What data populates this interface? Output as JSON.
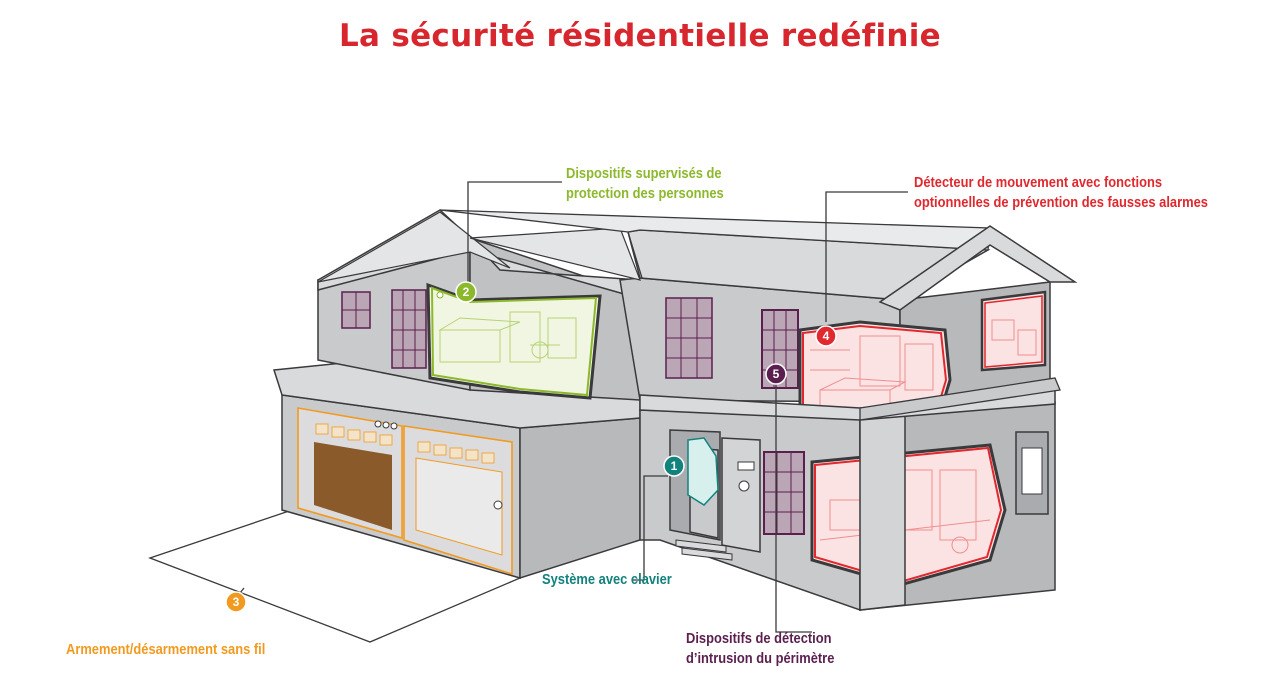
{
  "title": "La sécurité résidentielle redéfinie",
  "colors": {
    "title": "#d7262d",
    "supervised": "#8cb82c",
    "motion": "#e0282e",
    "keypad": "#12827d",
    "wireless": "#f29a1f",
    "perimeter": "#5b1f4f",
    "wall": "#c9cacc",
    "wall_dark": "#a9abae",
    "roof": "#d9dadc",
    "outline": "#3a3a3c"
  },
  "callouts": [
    {
      "id": "supervised",
      "number": "2",
      "lines": [
        "Dispositifs supervisés de",
        "protection des personnes"
      ]
    },
    {
      "id": "motion",
      "number": "4",
      "lines": [
        "Détecteur de mouvement avec fonctions",
        "optionnelles de prévention des fausses alarmes"
      ]
    },
    {
      "id": "perimeter",
      "number": "5",
      "lines": [
        "Dispositifs de détection",
        "d’intrusion du périmètre"
      ]
    },
    {
      "id": "keypad",
      "number": "1",
      "lines": [
        "Système avec clavier"
      ]
    },
    {
      "id": "wireless",
      "number": "3",
      "lines": [
        "Armement/désarmement sans fil"
      ]
    }
  ]
}
